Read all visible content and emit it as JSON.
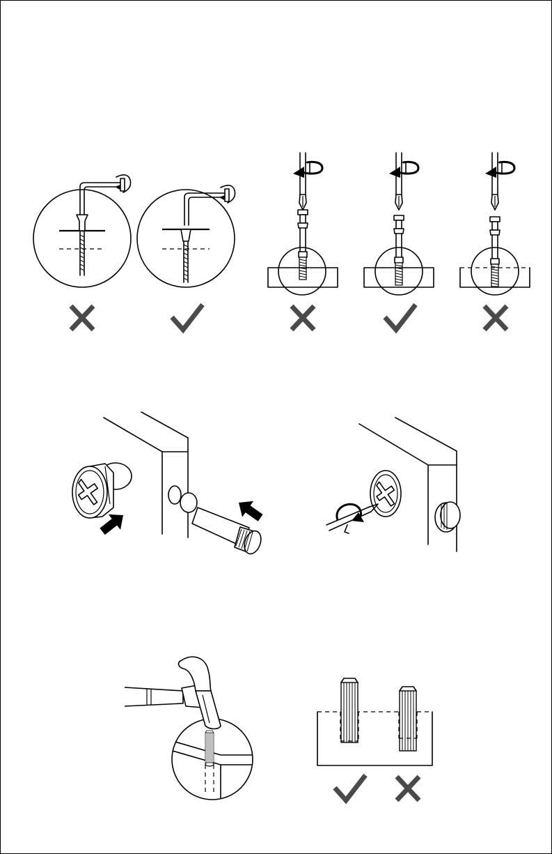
{
  "page": {
    "background": "#ffffff",
    "line_color": "#000000",
    "mark_color": "#4a4a4a"
  },
  "sections": [
    {
      "id": "screw-depth",
      "panels": [
        {
          "id": "allen-over-tightened",
          "tool": "allen-key-icon",
          "result": "incorrect"
        },
        {
          "id": "allen-flush",
          "tool": "allen-key-icon",
          "result": "correct"
        },
        {
          "id": "driver-too-shallow",
          "tool": "screwdriver-icon",
          "result": "incorrect"
        },
        {
          "id": "driver-correct-depth",
          "tool": "screwdriver-icon",
          "result": "correct"
        },
        {
          "id": "driver-too-deep",
          "tool": "screwdriver-icon",
          "result": "incorrect"
        }
      ]
    },
    {
      "id": "cam-lock",
      "panels": [
        {
          "id": "insert-cam-and-bolt",
          "icons": [
            "cam-lock-icon",
            "cam-bolt-icon",
            "push-arrow-icon"
          ]
        },
        {
          "id": "turn-cam-lock",
          "icons": [
            "screwdriver-icon",
            "rotate-arrow-icon"
          ]
        }
      ]
    },
    {
      "id": "wooden-dowel",
      "panels": [
        {
          "id": "hammer-in-dowel",
          "tool": "hammer-icon"
        },
        {
          "id": "dowel-depth-correct",
          "result": "correct"
        },
        {
          "id": "dowel-depth-incorrect",
          "result": "incorrect"
        }
      ]
    }
  ]
}
